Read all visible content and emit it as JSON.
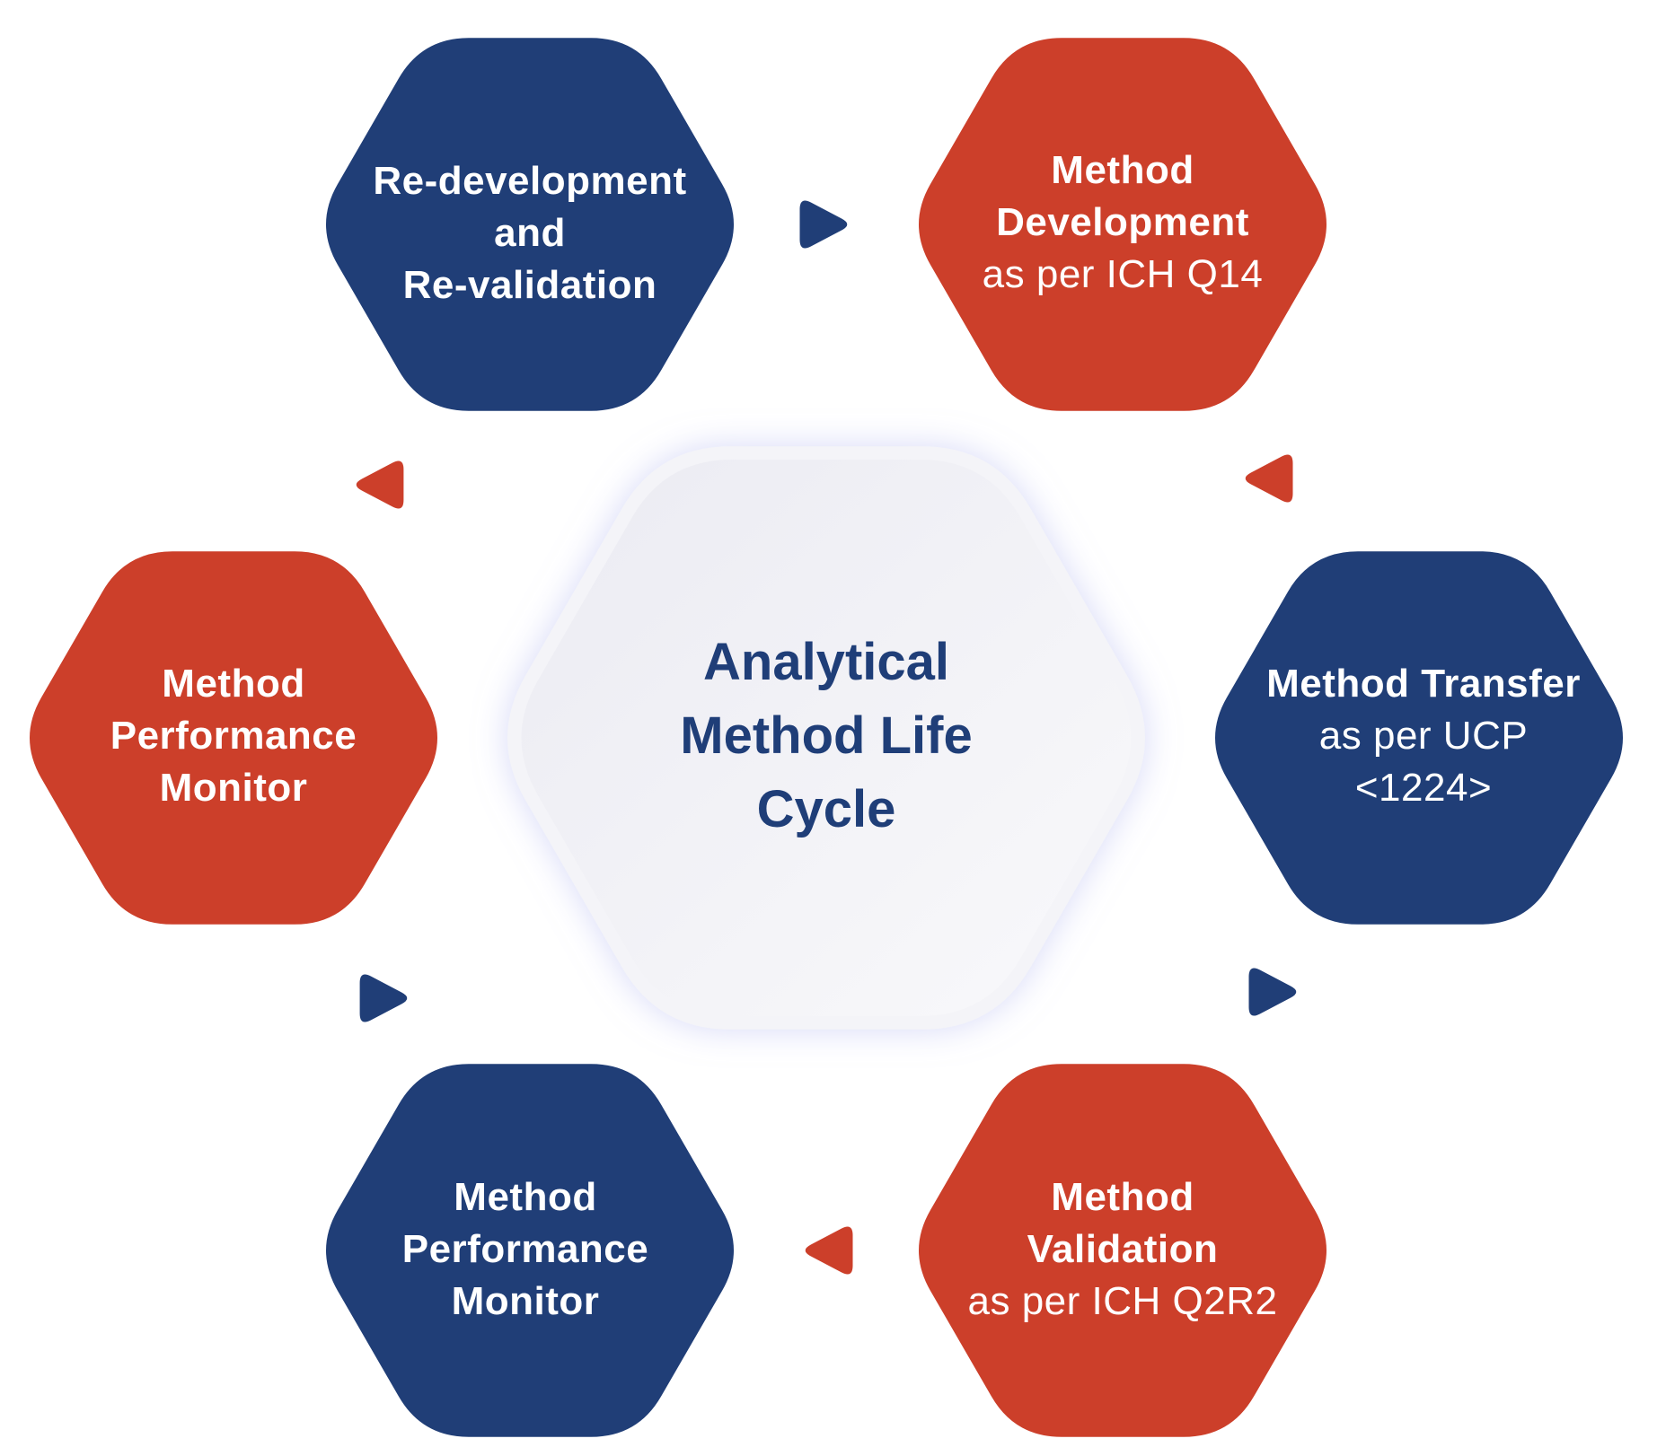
{
  "colors": {
    "blue": "#203e77",
    "red": "#cc3f2a",
    "center_fill_top": "#ebebf2",
    "center_fill_bottom": "#f9f9fb",
    "center_text": "#1f3e78"
  },
  "center": {
    "lines": [
      "Analytical",
      "Method Life",
      "Cycle"
    ]
  },
  "stages": [
    {
      "id": "redevelopment",
      "color": "blue",
      "lines": [
        {
          "text": "Re-development",
          "weight": "bold"
        },
        {
          "text": "and",
          "weight": "bold"
        },
        {
          "text": "Re-validation",
          "weight": "bold"
        }
      ]
    },
    {
      "id": "development",
      "color": "red",
      "lines": [
        {
          "text": "Method",
          "weight": "bold"
        },
        {
          "text": "Development",
          "weight": "bold"
        },
        {
          "text": "as per ICH Q14",
          "weight": "normal"
        }
      ]
    },
    {
      "id": "transfer",
      "color": "blue",
      "lines": [
        {
          "text": "Method Transfer",
          "weight": "bold"
        },
        {
          "text": "as per UCP",
          "weight": "normal"
        },
        {
          "text": "<1224>",
          "weight": "normal"
        }
      ]
    },
    {
      "id": "validation",
      "color": "red",
      "lines": [
        {
          "text": "Method",
          "weight": "bold"
        },
        {
          "text": "Validation",
          "weight": "bold"
        },
        {
          "text": "as per ICH Q2R2",
          "weight": "normal"
        }
      ]
    },
    {
      "id": "performance-monitor-bottom",
      "color": "blue",
      "lines": [
        {
          "text": "Method",
          "weight": "bold"
        },
        {
          "text": "Performance",
          "weight": "bold"
        },
        {
          "text": "Monitor",
          "weight": "bold"
        }
      ]
    },
    {
      "id": "performance-monitor-left",
      "color": "red",
      "lines": [
        {
          "text": "Method",
          "weight": "bold"
        },
        {
          "text": "Performance",
          "weight": "bold"
        },
        {
          "text": "Monitor",
          "weight": "bold"
        }
      ]
    }
  ],
  "arrows": [
    {
      "id": "redevelopment-to-development",
      "color": "blue",
      "direction": "right"
    },
    {
      "id": "development-to-transfer",
      "color": "red",
      "direction": "left"
    },
    {
      "id": "transfer-to-validation",
      "color": "blue",
      "direction": "right"
    },
    {
      "id": "validation-to-monitor",
      "color": "red",
      "direction": "left"
    },
    {
      "id": "monitor-to-monitor",
      "color": "blue",
      "direction": "right"
    },
    {
      "id": "monitor-to-redevelopment",
      "color": "red",
      "direction": "left"
    }
  ]
}
